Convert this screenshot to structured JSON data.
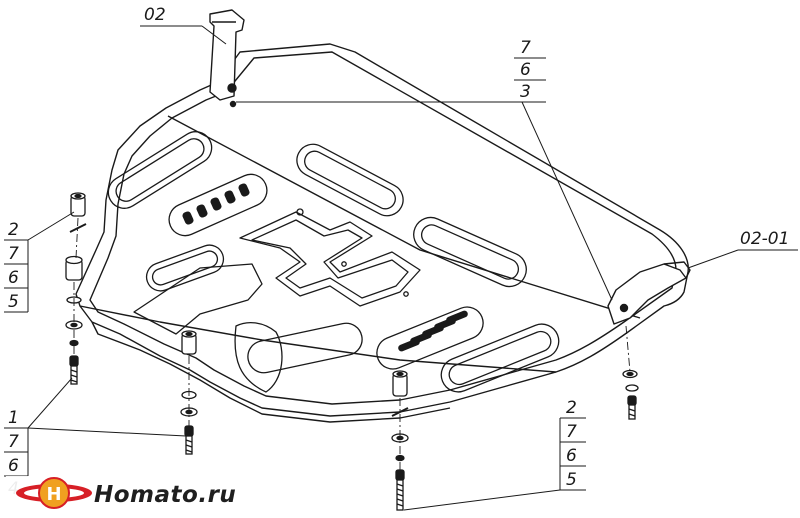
{
  "labels": {
    "part_02": "02",
    "part_02_01": "02-01",
    "stack_top_right": [
      "7",
      "6",
      "3"
    ],
    "stack_left": [
      "2",
      "7",
      "6",
      "5"
    ],
    "stack_bottom_left": [
      "1",
      "7",
      "6",
      "4"
    ],
    "stack_bottom_right": [
      "2",
      "7",
      "6",
      "5"
    ]
  },
  "logo": {
    "text": "Homato.ru",
    "mark": "H"
  },
  "colors": {
    "line": "#1a1a1a",
    "logo_red": "#d71f26",
    "logo_orange": "#f0a020"
  }
}
